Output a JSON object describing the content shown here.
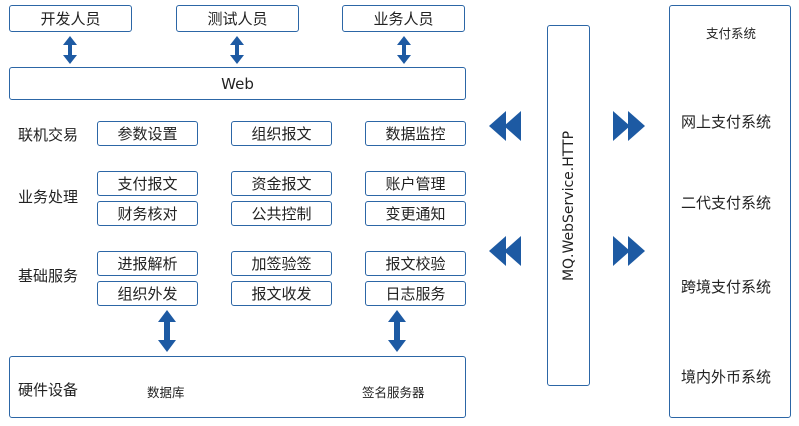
{
  "roles": [
    "开发人员",
    "测试人员",
    "业务人员"
  ],
  "web": "Web",
  "rows": [
    {
      "label": "联机交易",
      "items": [
        "参数设置",
        "组织报文",
        "数据监控"
      ]
    },
    {
      "label": "业务处理",
      "items": [
        "支付报文",
        "资金报文",
        "账户管理",
        "财务核对",
        "公共控制",
        "变更通知"
      ]
    },
    {
      "label": "基础服务",
      "items": [
        "进报解析",
        "加签验签",
        "报文校验",
        "组织外发",
        "报文收发",
        "日志服务"
      ]
    }
  ],
  "hardware": {
    "label": "硬件设备",
    "items": [
      "数据库",
      "签名服务器"
    ]
  },
  "middleware": "MQ.WebService.HTTP",
  "payment": {
    "title": "支付系统",
    "systems": [
      "网上支付系统",
      "二代支付系统",
      "跨境支付系统",
      "境内外币系统"
    ]
  },
  "colors": {
    "accent": "#2c66a6",
    "arrow": "#1d5aa3"
  }
}
